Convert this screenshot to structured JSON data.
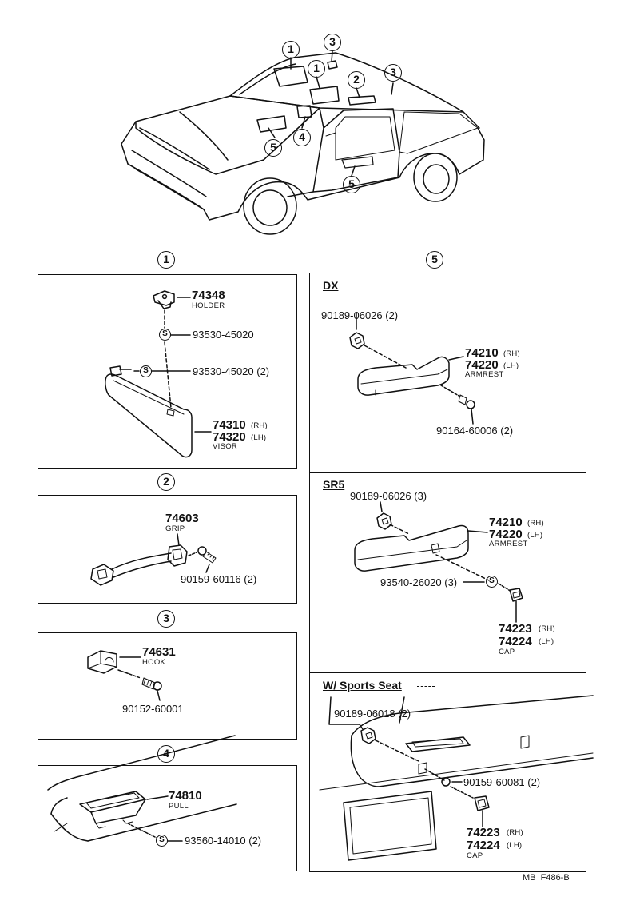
{
  "car_callouts": [
    "1",
    "3",
    "1",
    "2",
    "3",
    "4",
    "5",
    "5"
  ],
  "sections": {
    "s1": {
      "marker": "1",
      "holder_pn": "74348",
      "holder_name": "HOLDER",
      "screw1_sym": "S",
      "screw1_pn": "93530-45020",
      "screw2_sym": "S",
      "screw2_pn": "93530-45020 (2)",
      "visor_pn_rh": "74310",
      "visor_rh": "(RH)",
      "visor_pn_lh": "74320",
      "visor_lh": "(LH)",
      "visor_name": "VISOR"
    },
    "s2": {
      "marker": "2",
      "grip_pn": "74603",
      "grip_name": "GRIP",
      "screw_pn": "90159-60116 (2)"
    },
    "s3": {
      "marker": "3",
      "hook_pn": "74631",
      "hook_name": "HOOK",
      "screw_pn": "90152-60001"
    },
    "s4": {
      "marker": "4",
      "pull_pn": "74810",
      "pull_name": "PULL",
      "screw_sym": "S",
      "screw_pn": "93560-14010 (2)"
    },
    "s5": {
      "marker": "5",
      "dx": {
        "header": "DX",
        "nut_pn": "90189-06026 (2)",
        "arm_pn_rh": "74210",
        "arm_rh": "(RH)",
        "arm_pn_lh": "74220",
        "arm_lh": "(LH)",
        "arm_name": "ARMREST",
        "screw_pn": "90164-60006 (2)"
      },
      "sr5": {
        "header": "SR5",
        "nut_pn": "90189-06026 (3)",
        "arm_pn_rh": "74210",
        "arm_rh": "(RH)",
        "arm_pn_lh": "74220",
        "arm_lh": "(LH)",
        "arm_name": "ARMREST",
        "screw_sym": "S",
        "screw_pn": "93540-26020 (3)",
        "cap_pn_rh": "74223",
        "cap_rh": "(RH)",
        "cap_pn_lh": "74224",
        "cap_lh": "(LH)",
        "cap_name": "CAP"
      },
      "sports": {
        "header": "W/ Sports Seat",
        "nut_pn": "90189-06018 (2)",
        "screw_pn": "90159-60081 (2)",
        "cap_pn_rh": "74223",
        "cap_rh": "(RH)",
        "cap_pn_lh": "74224",
        "cap_lh": "(LH)",
        "cap_name": "CAP"
      }
    }
  },
  "footer_code": "MB  F486-B"
}
